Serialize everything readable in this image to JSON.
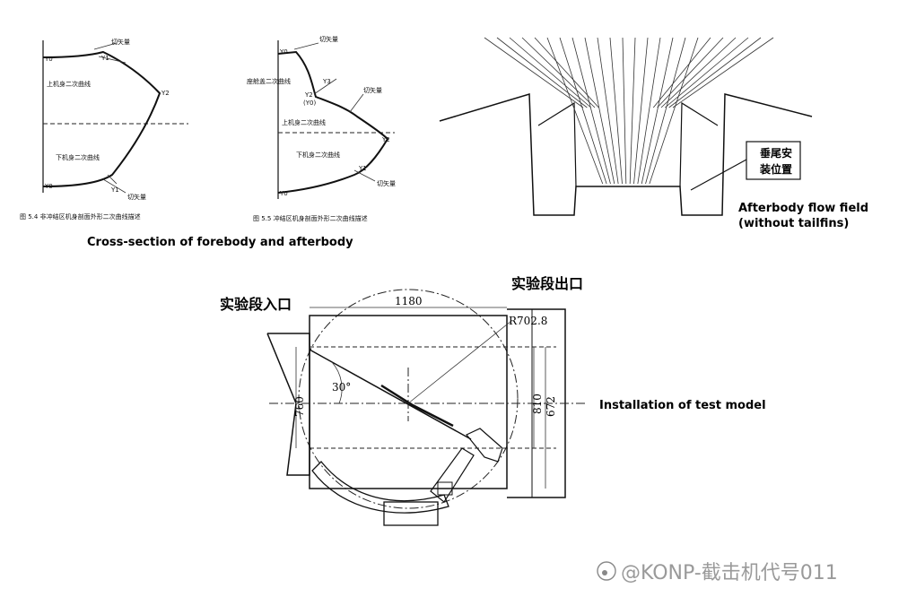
{
  "labels": {
    "cross_section": "Cross-section of forebody and afterbody",
    "flow_field_line1": "Afterbody flow field",
    "flow_field_line2": "(without tailfins)",
    "installation": "Installation of test model"
  },
  "figure_left": {
    "caption": "图 5.4 非冲结区机身剖面外形二次曲线描述",
    "tags": [
      "Y0",
      "Y1",
      "Y2",
      "Y1",
      "Y0"
    ],
    "notes": [
      "切矢量",
      "上机身二次曲线",
      "下机身二次曲线",
      "切矢量"
    ]
  },
  "figure_right": {
    "caption": "图 5.5 冲结区机身剖面外形二次曲线描述",
    "tags": [
      "Y0",
      "Y3",
      "Y2",
      "(Y0)",
      "Y2",
      "Y1",
      "Y0"
    ],
    "notes": [
      "切矢量",
      "座舱盖二次曲线",
      "切矢量",
      "上机身二次曲线",
      "下机身二次曲线",
      "切矢量"
    ]
  },
  "flow_field_box": {
    "line1": "垂尾安",
    "line2": "装位置"
  },
  "test_section": {
    "inlet": "实验段入口",
    "outlet": "实验段出口",
    "dim_top": "1180",
    "dim_radius": "R702.8",
    "dim_angle": "30°",
    "dim_left": "760",
    "dim_right1": "810",
    "dim_right2": "672"
  },
  "watermark": "@KONP-截击机代号011"
}
